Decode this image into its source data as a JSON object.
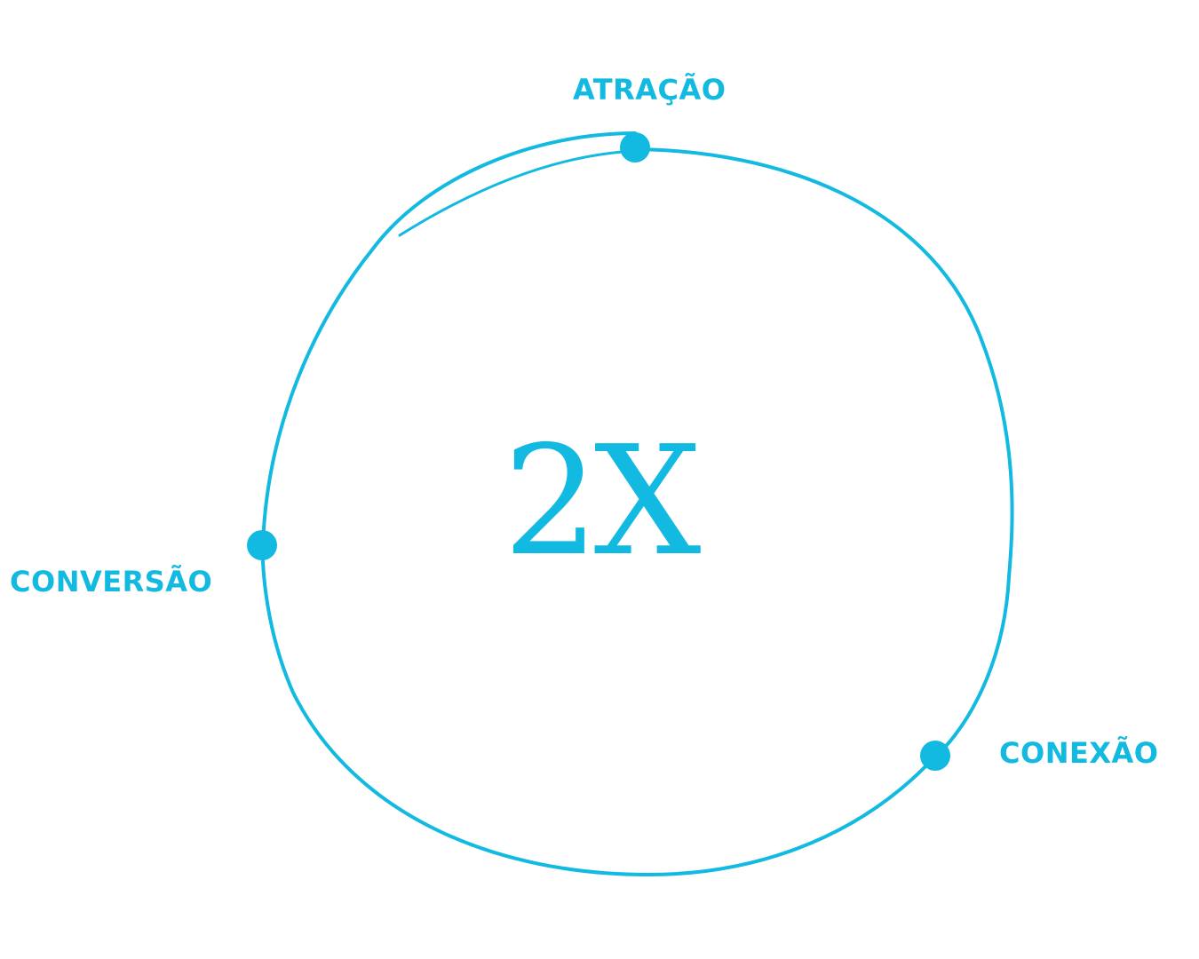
{
  "colors": {
    "accent": "#12b9e0",
    "background": "#ffffff"
  },
  "stages": {
    "top": "ATRAÇÃO",
    "right": "CONEXÃO",
    "left": "CONVERSÃO"
  },
  "center": "2X"
}
